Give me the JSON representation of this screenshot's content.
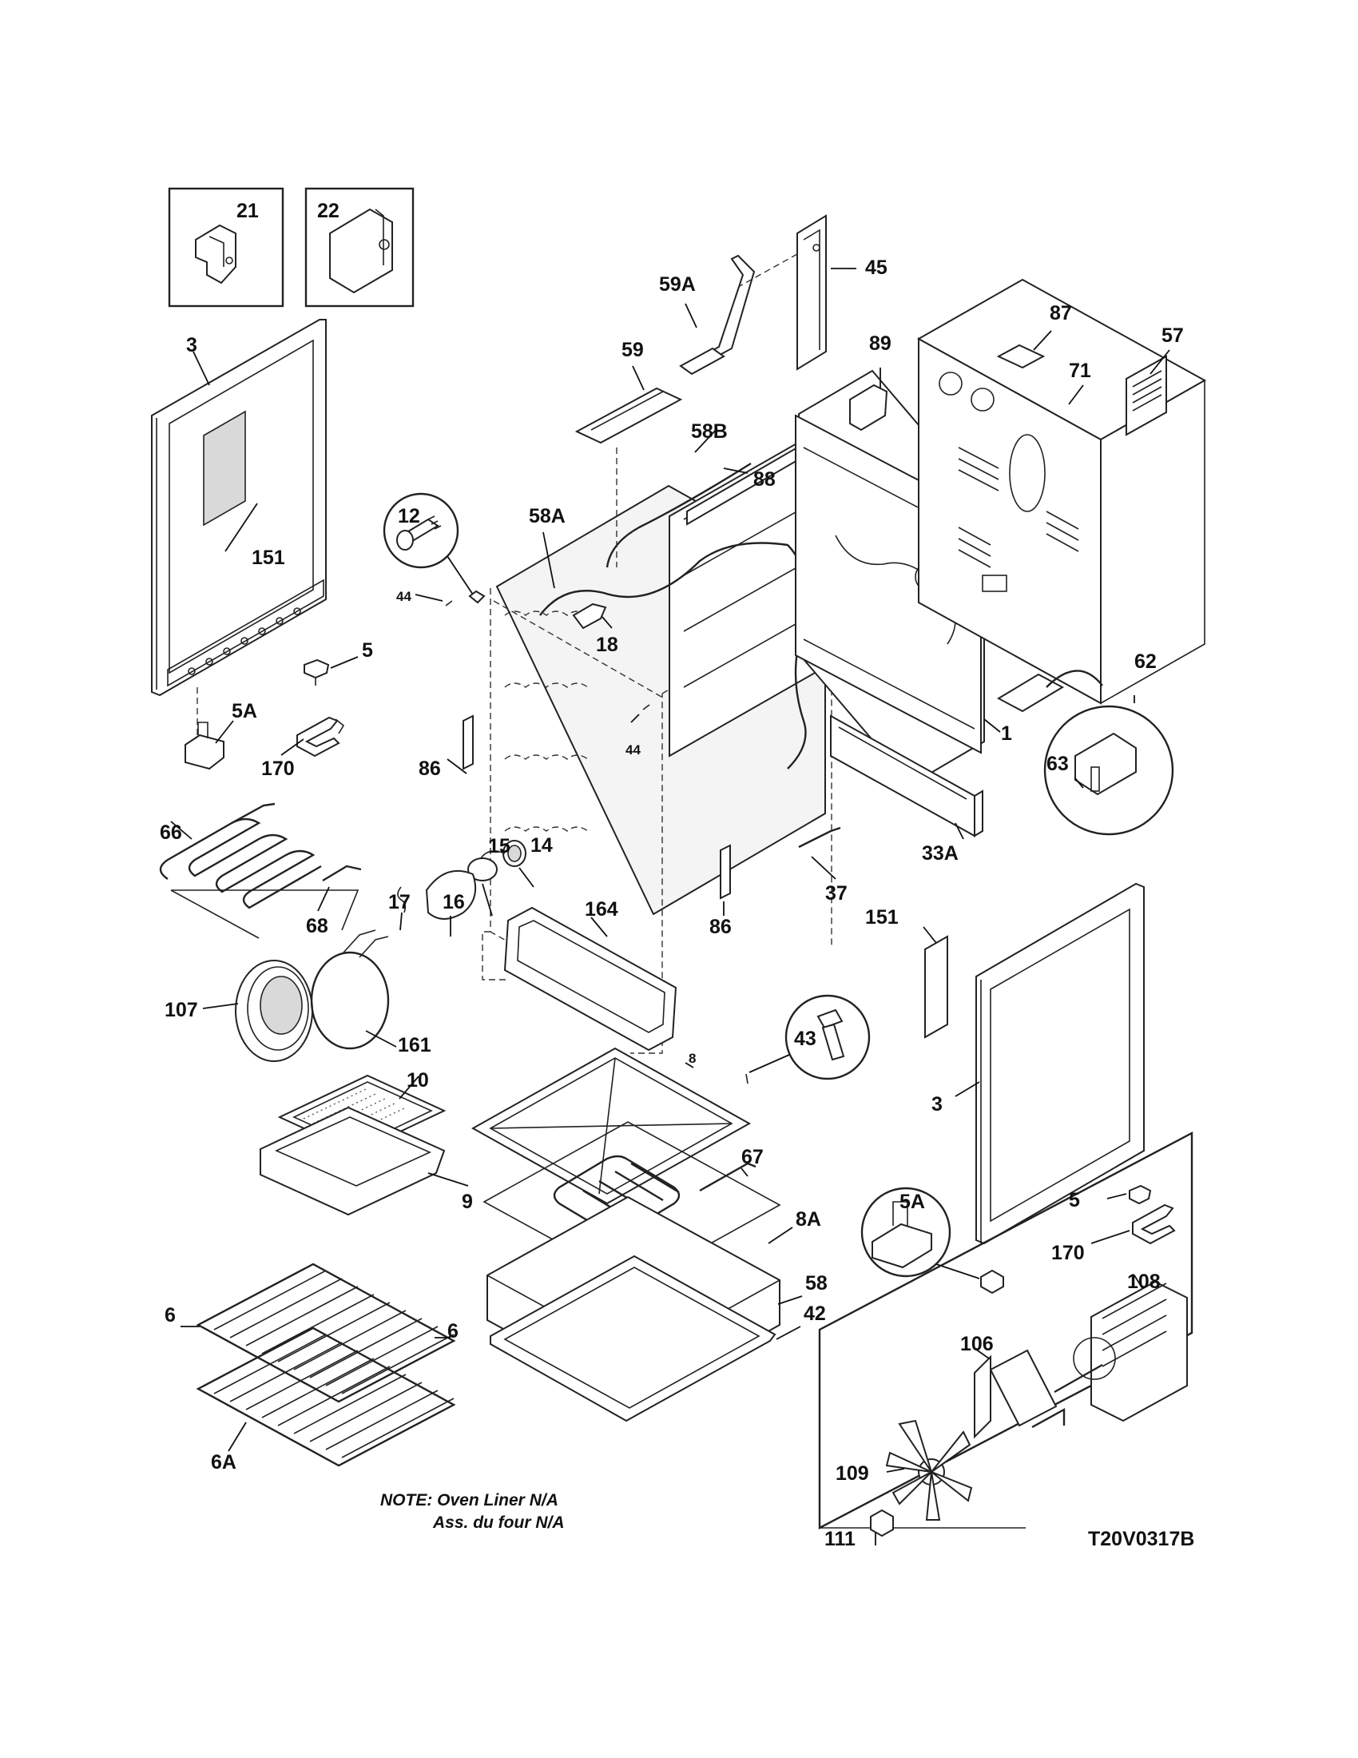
{
  "labels": {
    "p21": "21",
    "p22": "22",
    "p3_left": "3",
    "p151_left": "151",
    "p5_left": "5",
    "p5a_left": "5A",
    "p170_left": "170",
    "p66": "66",
    "p68": "68",
    "p12": "12",
    "p44_top": "44",
    "p44_mid": "44",
    "p58a": "58A",
    "p18": "18",
    "p86_left": "86",
    "p14": "14",
    "p15": "15",
    "p16": "16",
    "p17": "17",
    "p164": "164",
    "p86_right": "86",
    "p37": "37",
    "p59": "59",
    "p59a": "59A",
    "p45": "45",
    "p58b": "58B",
    "p88": "88",
    "p89": "89",
    "p87": "87",
    "p71": "71",
    "p57": "57",
    "p62": "62",
    "p63": "63",
    "p1": "1",
    "p33a": "33A",
    "p151_right": "151",
    "p3_right": "3",
    "p5_right": "5",
    "p5a_right": "5A",
    "p170_right": "170",
    "p107": "107",
    "p161": "161",
    "p10": "10",
    "p9": "9",
    "p8": "8",
    "p43": "43",
    "p67": "67",
    "p8a": "8A",
    "p58": "58",
    "p42": "42",
    "p6_left": "6",
    "p6_right": "6",
    "p6a": "6A",
    "p108": "108",
    "p106": "106",
    "p109": "109",
    "p111": "111"
  },
  "note": {
    "line1": "NOTE: Oven Liner N/A",
    "line2": "Ass. du four N/A"
  },
  "diagram_code": "T20V0317B"
}
